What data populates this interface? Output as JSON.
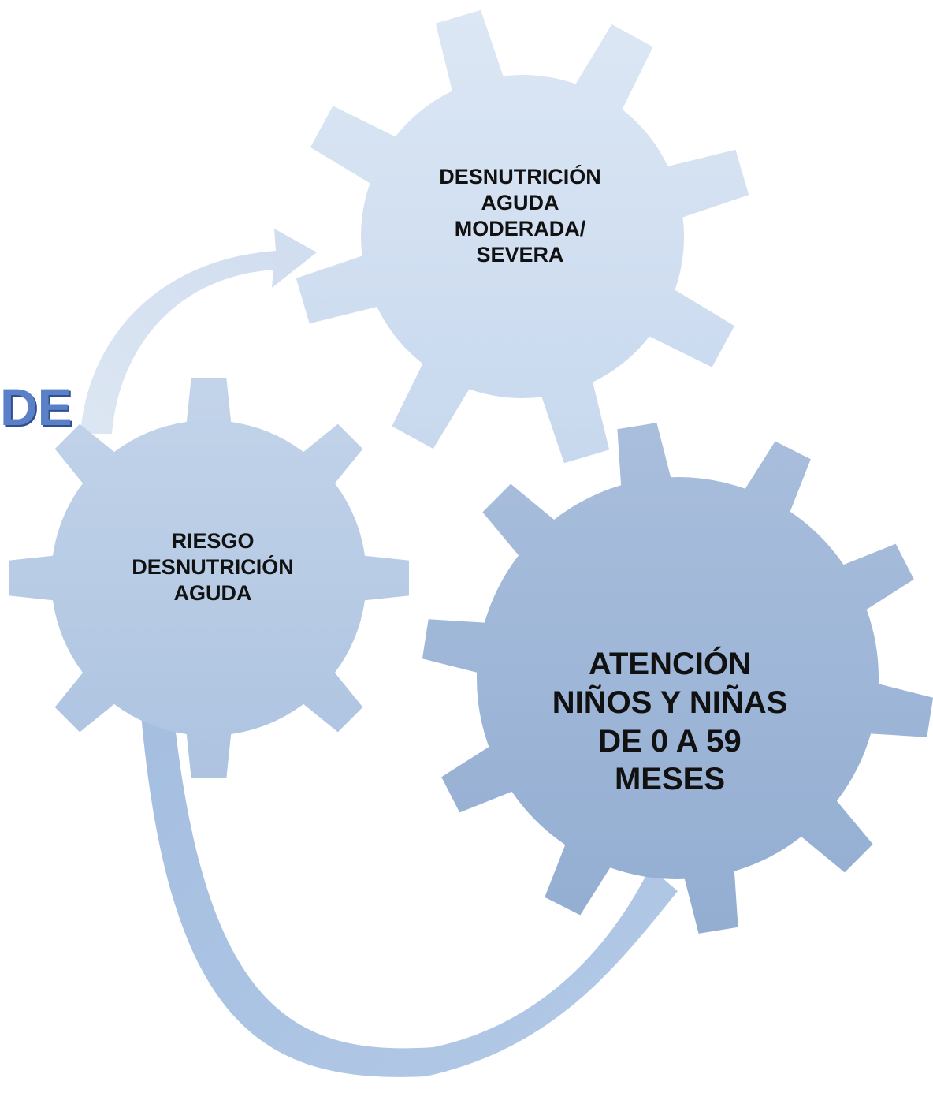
{
  "colors": {
    "gear_top": "#d2dff0",
    "gear_left": "#b6cae4",
    "gear_right": "#9eb6d6",
    "arrow_top": "#d6e2f2",
    "arrow_bottom": "#a9c1e2",
    "partial_text": "#5a80c8"
  },
  "partial_text": "DE",
  "gears": {
    "top": {
      "lines": [
        "DESNUTRICIÓN",
        "AGUDA",
        "MODERADA/",
        "SEVERA"
      ]
    },
    "left": {
      "lines": [
        "RIESGO",
        "DESNUTRICIÓN",
        "AGUDA"
      ]
    },
    "right": {
      "lines": [
        "ATENCIÓN",
        "NIÑOS Y NIÑAS",
        "DE 0 A 59",
        "MESES"
      ]
    }
  },
  "arrows": [
    "curved-arrow-up-right",
    "curved-arrow-bottom"
  ]
}
